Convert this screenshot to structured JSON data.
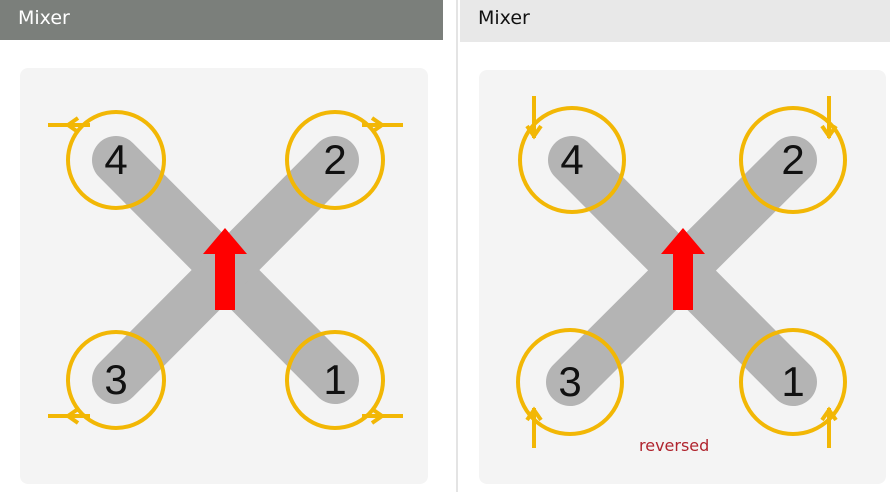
{
  "panels": [
    {
      "title": "Mixer",
      "motors": [
        "4",
        "2",
        "3",
        "1"
      ]
    },
    {
      "title": "Mixer",
      "motors": [
        "4",
        "2",
        "3",
        "1"
      ],
      "note": "reversed"
    }
  ],
  "colors": {
    "arm": "#b4b4b4",
    "prop": "#f2b705",
    "arrow": "#ff0000",
    "note": "#b0242e"
  }
}
